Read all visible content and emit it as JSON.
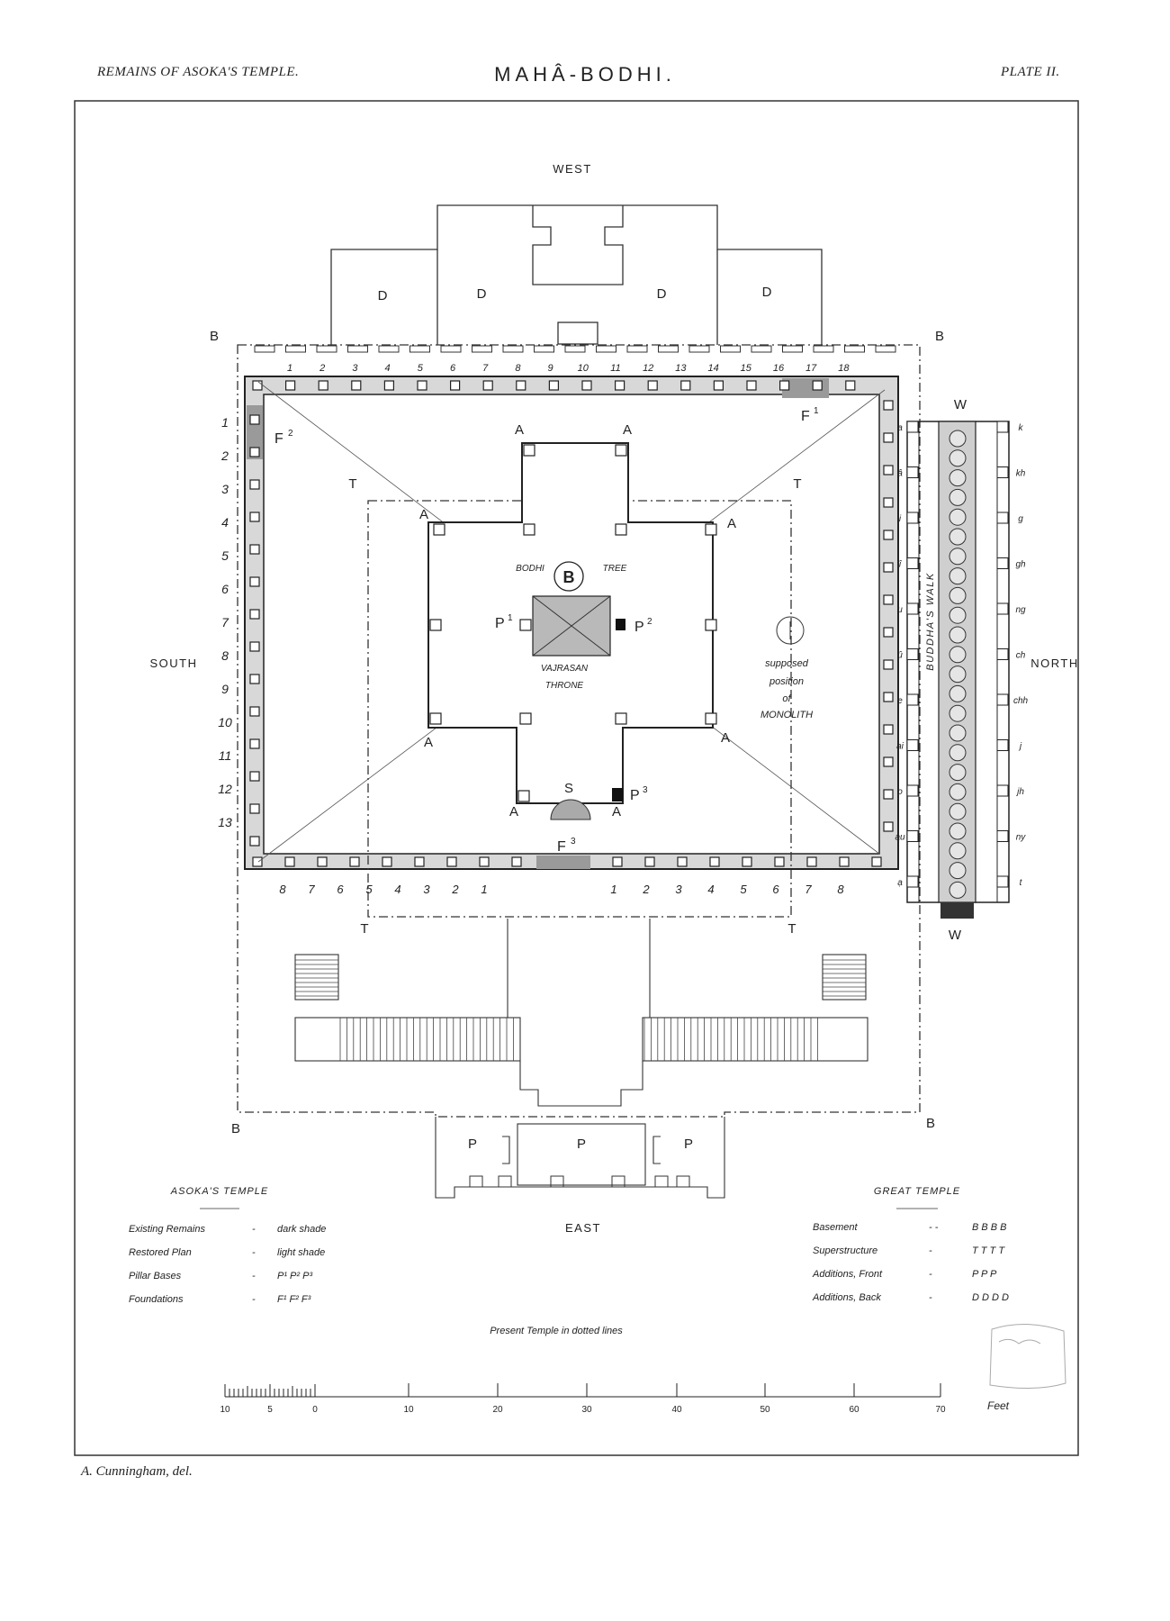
{
  "header": {
    "left": "REMAINS OF ASOKA'S TEMPLE.",
    "title": "MAHÂ-BODHI.",
    "right": "PLATE II."
  },
  "compass": {
    "west": "WEST",
    "east": "EAST",
    "south": "SOUTH",
    "north": "NORTH"
  },
  "plan_labels": {
    "d": "D",
    "b": "B",
    "t": "T",
    "a": "A",
    "p": "P",
    "s": "S",
    "w": "W",
    "bodhi": "BODHI",
    "tree": "TREE",
    "b_circle": "B",
    "vajrasan": "VAJRASAN",
    "throne": "THRONE",
    "supposed": "supposed",
    "position": "position",
    "of": "of",
    "monolith": "MONOLITH",
    "buddhas_walk": "BUDDHA'S WALK",
    "p1": "P",
    "p1_sup": "1",
    "p2": "P",
    "p2_sup": "2",
    "p3": "P",
    "p3_sup": "3",
    "f1": "F",
    "f1_sup": "1",
    "f2": "F",
    "f2_sup": "2",
    "f3": "F",
    "f3_sup": "3"
  },
  "top_numbers": [
    "1",
    "2",
    "3",
    "4",
    "5",
    "6",
    "7",
    "8",
    "9",
    "10",
    "11",
    "12",
    "13",
    "14",
    "15",
    "16",
    "17",
    "18"
  ],
  "side_numbers": [
    "1",
    "2",
    "3",
    "4",
    "5",
    "6",
    "7",
    "8",
    "9",
    "10",
    "11",
    "12",
    "13"
  ],
  "bottom_numbers_left": [
    "8",
    "7",
    "6",
    "5",
    "4",
    "3",
    "2",
    "1"
  ],
  "bottom_numbers_right": [
    "1",
    "2",
    "3",
    "4",
    "5",
    "6",
    "7",
    "8"
  ],
  "walk_letters_left": [
    "a",
    "â",
    "i",
    "î",
    "u",
    "û",
    "e",
    "ai",
    "o",
    "au",
    "ạ"
  ],
  "walk_letters_right": [
    "k",
    "kh",
    "g",
    "gh",
    "ng",
    "ch",
    "chh",
    "j",
    "jh",
    "ny",
    "t"
  ],
  "legend_left": {
    "title": "ASOKA'S TEMPLE",
    "rows": [
      {
        "label": "Existing Remains",
        "dash": "-",
        "value": "dark shade"
      },
      {
        "label": "Restored Plan",
        "dash": "-",
        "value": "light shade"
      },
      {
        "label": "Pillar Bases",
        "dash": "-",
        "value": "P¹  P²  P³"
      },
      {
        "label": "Foundations",
        "dash": "-",
        "value": "F¹  F²  F³"
      }
    ]
  },
  "legend_right": {
    "title": "GREAT TEMPLE",
    "rows": [
      {
        "label": "Basement",
        "dash": "-   -",
        "value": "B B B B"
      },
      {
        "label": "Superstructure",
        "dash": "-",
        "value": "T T T T"
      },
      {
        "label": "Additions, Front",
        "dash": "-",
        "value": "P P P"
      },
      {
        "label": "Additions, Back",
        "dash": "-",
        "value": "D D D D"
      }
    ]
  },
  "present_temple_note": "Present Temple in dotted lines",
  "scale": {
    "labels": [
      "10",
      "5",
      "0",
      "10",
      "20",
      "30",
      "40",
      "50",
      "60",
      "70"
    ],
    "unit": "Feet"
  },
  "credit": "A. Cunningham, del."
}
